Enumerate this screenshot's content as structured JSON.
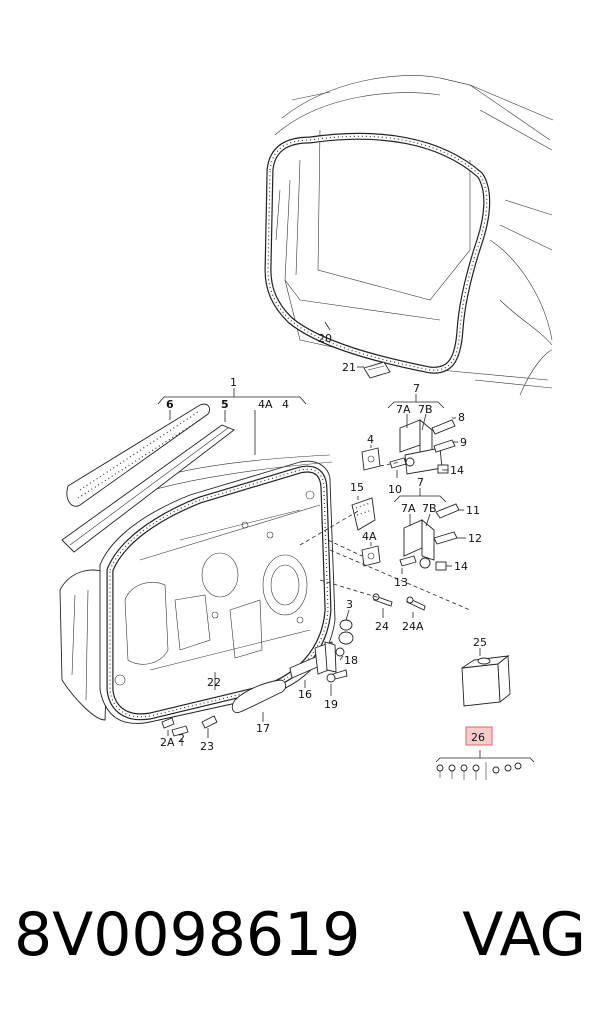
{
  "caption": {
    "part_number": "8V0098619",
    "brand": "VAG"
  },
  "labels": {
    "l1": "1",
    "l2": "2",
    "l2A": "2A",
    "l3": "3",
    "l4": "4",
    "l4A": "4A",
    "l4b": "4",
    "l4Ab": "4A",
    "l5": "5",
    "l6": "6",
    "l7a": "7",
    "l7b": "7",
    "l7A1": "7A",
    "l7B1": "7B",
    "l7A2": "7A",
    "l7B2": "7B",
    "l8": "8",
    "l9": "9",
    "l10": "10",
    "l11": "11",
    "l12": "12",
    "l13": "13",
    "l14a": "14",
    "l14b": "14",
    "l15": "15",
    "l16": "16",
    "l17": "17",
    "l18": "18",
    "l19": "19",
    "l20": "20",
    "l21": "21",
    "l22": "22",
    "l23": "23",
    "l24": "24",
    "l24A": "24A",
    "l25": "25",
    "l26": "26"
  },
  "colors": {
    "highlight_fill": "#f4cccc",
    "highlight_stroke": "#e06666"
  }
}
